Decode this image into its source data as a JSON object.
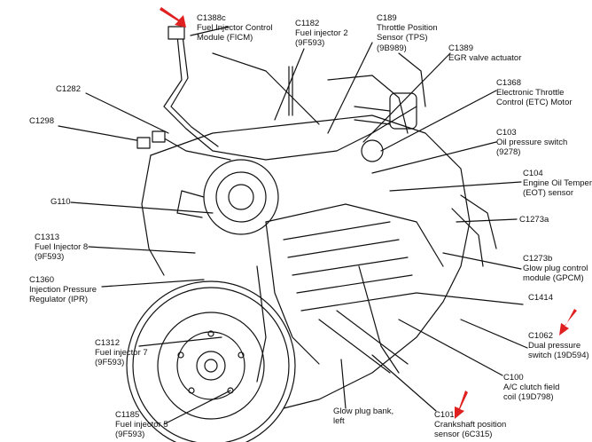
{
  "diagram": {
    "callouts": [
      {
        "id": "c1388c",
        "lines": [
          "C1388c",
          "Fuel Injector Control",
          "Module (FICM)"
        ]
      },
      {
        "id": "c1182",
        "lines": [
          "C1182",
          "Fuel injector 2",
          "(9F593)"
        ]
      },
      {
        "id": "c189",
        "lines": [
          "C189",
          "Throttle Position",
          "Sensor (TPS)",
          "(9B989)"
        ]
      },
      {
        "id": "c1389",
        "lines": [
          "C1389",
          "EGR valve actuator"
        ]
      },
      {
        "id": "c1282",
        "lines": [
          "C1282"
        ]
      },
      {
        "id": "c1368",
        "lines": [
          "C1368",
          "Electronic Throttle",
          "Control (ETC) Motor"
        ]
      },
      {
        "id": "c1298",
        "lines": [
          "C1298"
        ]
      },
      {
        "id": "c103",
        "lines": [
          "C103",
          "Oil pressure switch",
          "(9278)"
        ]
      },
      {
        "id": "c104",
        "lines": [
          "C104",
          "Engine Oil Temper",
          "(EOT) sensor"
        ]
      },
      {
        "id": "g110",
        "lines": [
          "G110"
        ]
      },
      {
        "id": "c1273a",
        "lines": [
          "C1273a"
        ]
      },
      {
        "id": "c1313",
        "lines": [
          "C1313",
          "Fuel Injector 8",
          "(9F593)"
        ]
      },
      {
        "id": "c1273b",
        "lines": [
          "C1273b",
          "Glow plug control",
          "module (GPCM)"
        ]
      },
      {
        "id": "c1360",
        "lines": [
          "C1360",
          "Injection Pressure",
          "Regulator (IPR)"
        ]
      },
      {
        "id": "c1414",
        "lines": [
          "C1414"
        ]
      },
      {
        "id": "c1062",
        "lines": [
          "C1062",
          "Dual pressure",
          "switch (19D594)"
        ]
      },
      {
        "id": "c1312",
        "lines": [
          "C1312",
          "Fuel injector 7",
          "(9F593)"
        ]
      },
      {
        "id": "c100",
        "lines": [
          "C100",
          "A/C clutch field",
          "coil (19D798)"
        ]
      },
      {
        "id": "glowplug",
        "lines": [
          "Glow plug bank,",
          "left"
        ]
      },
      {
        "id": "c101",
        "lines": [
          "C101",
          "Crankshaft position",
          "sensor (6C315)"
        ]
      },
      {
        "id": "c1185",
        "lines": [
          "C1185",
          "Fuel injector 5",
          "(9F593)"
        ]
      }
    ],
    "highlight_color": "#e02020",
    "line_color": "#111111"
  }
}
